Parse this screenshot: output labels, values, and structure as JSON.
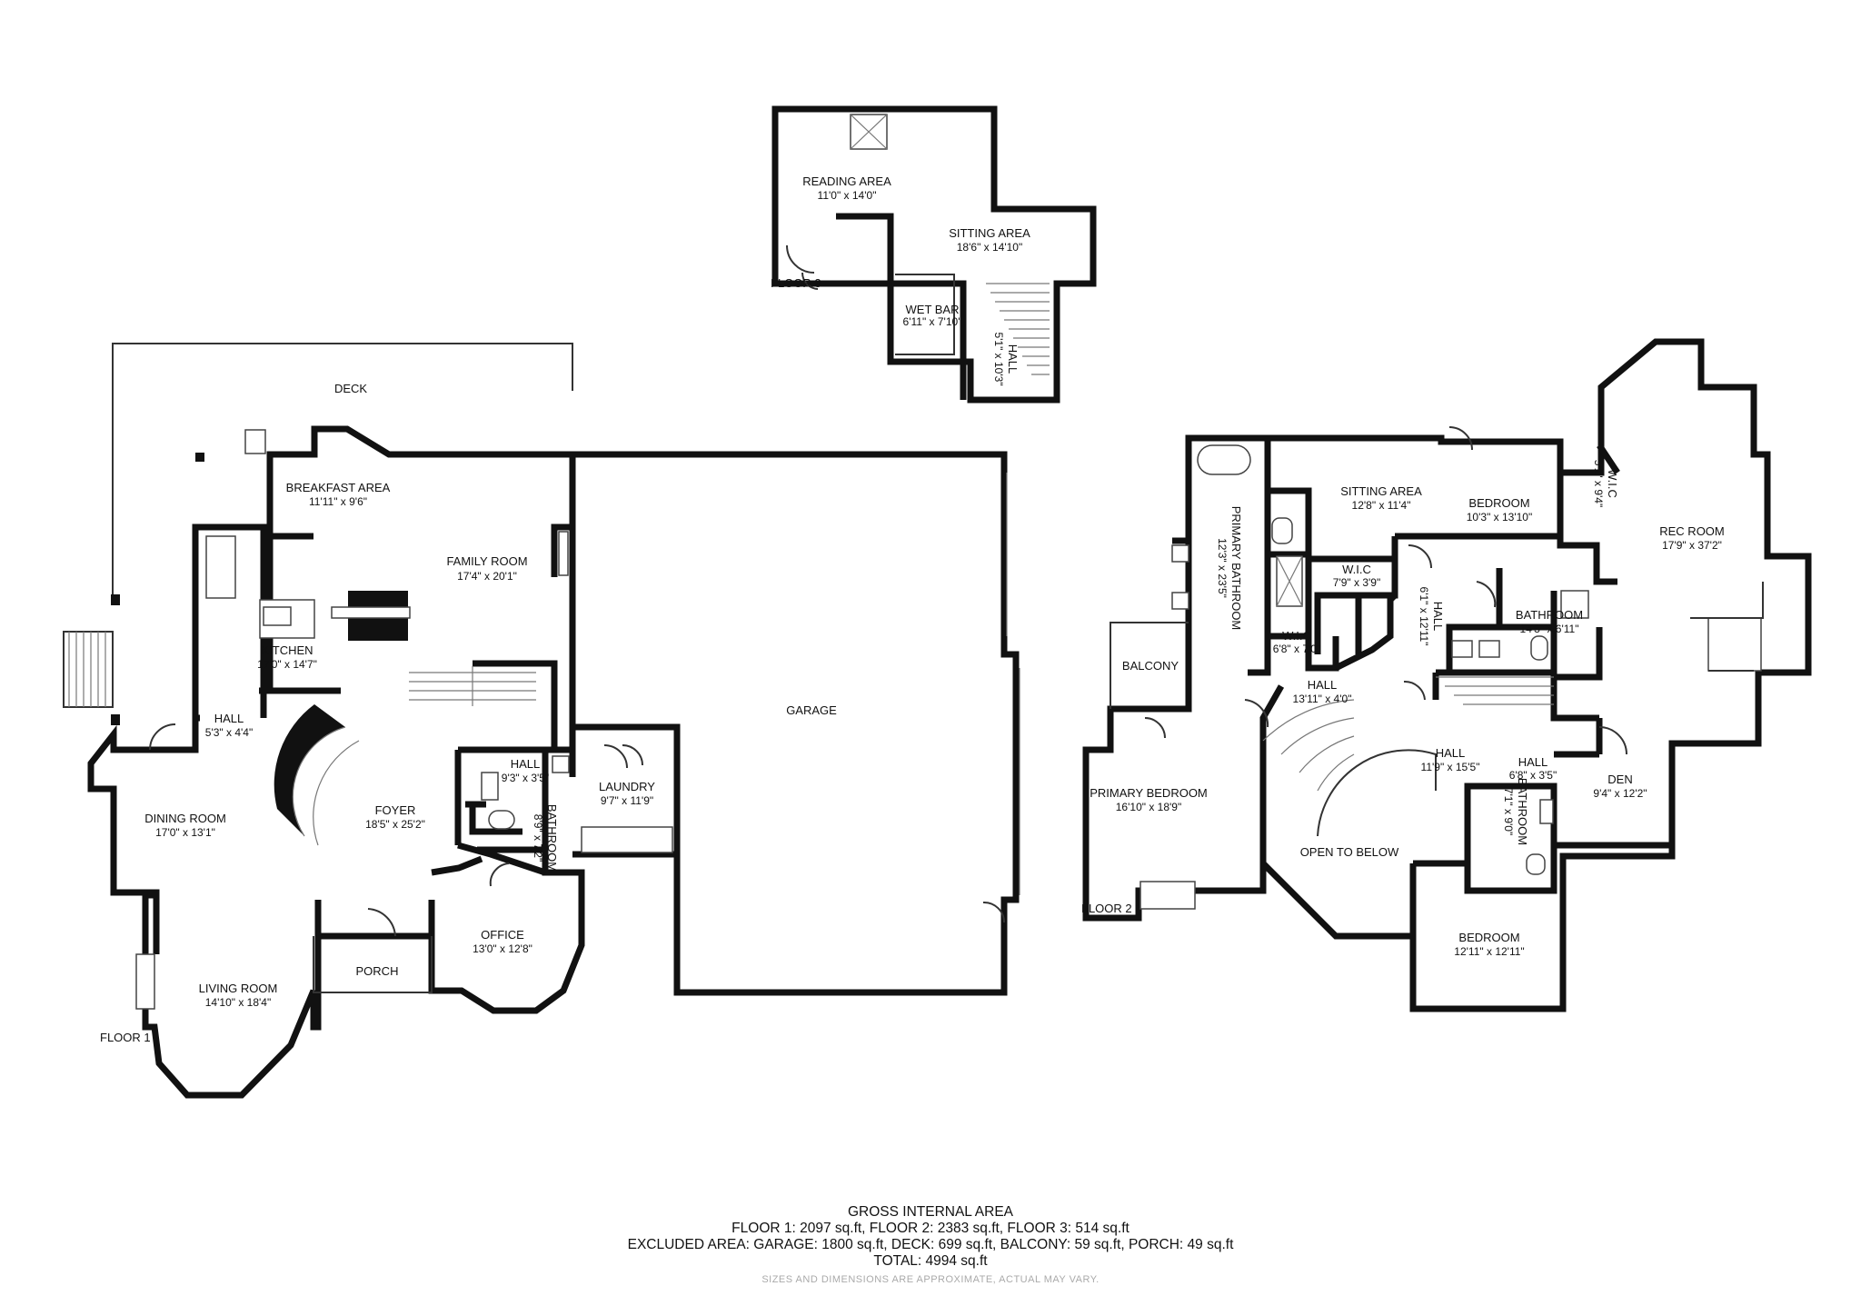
{
  "floors": {
    "floor1": "FLOOR 1",
    "floor2": "FLOOR 2",
    "floor3": "FLOOR 3"
  },
  "rooms": {
    "deck": {
      "name": "DECK"
    },
    "breakfast": {
      "name": "BREAKFAST AREA",
      "dim": "11'11\" x 9'6\""
    },
    "family": {
      "name": "FAMILY ROOM",
      "dim": "17'4\" x 20'1\""
    },
    "kitchen": {
      "name": "KITCHEN",
      "dim": "17'0\" x 14'7\""
    },
    "hall1": {
      "name": "HALL",
      "dim": "5'3\" x 4'4\""
    },
    "dining": {
      "name": "DINING ROOM",
      "dim": "17'0\" x 13'1\""
    },
    "foyer": {
      "name": "FOYER",
      "dim": "18'5\" x 25'2\""
    },
    "hall2": {
      "name": "HALL",
      "dim": "9'3\" x 3'5\""
    },
    "bath1": {
      "name": "BATHROOM",
      "dim": "8'9\" x 7'2\""
    },
    "laundry": {
      "name": "LAUNDRY",
      "dim": "9'7\" x 11'9\""
    },
    "garage": {
      "name": "GARAGE"
    },
    "living": {
      "name": "LIVING ROOM",
      "dim": "14'10\" x 18'4\""
    },
    "porch": {
      "name": "PORCH"
    },
    "office": {
      "name": "OFFICE",
      "dim": "13'0\" x 12'8\""
    },
    "reading": {
      "name": "READING AREA",
      "dim": "11'0\" x 14'0\""
    },
    "sitting3": {
      "name": "SITTING AREA",
      "dim": "18'6\" x 14'10\""
    },
    "wetbar": {
      "name": "WET BAR",
      "dim": "6'11\" x 7'10\""
    },
    "hall3": {
      "name": "HALL",
      "dim": "5'1\" x 10'3\""
    },
    "sitting2": {
      "name": "SITTING AREA",
      "dim": "12'8\" x 11'4\""
    },
    "bedroom_a": {
      "name": "BEDROOM",
      "dim": "10'3\" x 13'10\""
    },
    "wic1": {
      "name": "W.I.C",
      "dim": "5'1\" x 9'4\""
    },
    "rec": {
      "name": "REC ROOM",
      "dim": "17'9\" x 37'2\""
    },
    "primary_bath": {
      "name": "PRIMARY BATHROOM",
      "dim": "12'3\" x 23'5\""
    },
    "wic2": {
      "name": "W.I.C",
      "dim": "7'9\" x 3'9\""
    },
    "hall4": {
      "name": "HALL",
      "dim": "6'1\" x 12'11\""
    },
    "bath2": {
      "name": "BATHROOM",
      "dim": "14'3\" x 6'11\""
    },
    "wic3": {
      "name": "W.I.C",
      "dim": "6'8\" x 7'0\""
    },
    "balcony": {
      "name": "BALCONY"
    },
    "hall5": {
      "name": "HALL",
      "dim": "13'11\" x 4'0\""
    },
    "primary_bed": {
      "name": "PRIMARY BEDROOM",
      "dim": "16'10\" x 18'9\""
    },
    "hall6": {
      "name": "HALL",
      "dim": "11'9\" x 15'5\""
    },
    "hall7": {
      "name": "HALL",
      "dim": "6'8\" x 3'5\""
    },
    "den": {
      "name": "DEN",
      "dim": "9'4\" x 12'2\""
    },
    "bath3": {
      "name": "BATHROOM",
      "dim": "7'1\" x 9'0\""
    },
    "open": {
      "name": "OPEN TO BELOW"
    },
    "bedroom_b": {
      "name": "BEDROOM",
      "dim": "12'11\" x 12'11\""
    }
  },
  "summary": {
    "title": "GROSS INTERNAL AREA",
    "floors_line": "FLOOR 1: 2097 sq.ft, FLOOR 2: 2383 sq.ft, FLOOR 3: 514 sq.ft",
    "excluded_line": "EXCLUDED AREA: GARAGE: 1800 sq.ft, DECK: 699 sq.ft, BALCONY: 59 sq.ft, PORCH: 49 sq.ft",
    "total_line": "TOTAL: 4994 sq.ft",
    "note": "SIZES AND DIMENSIONS ARE APPROXIMATE, ACTUAL MAY VARY."
  }
}
